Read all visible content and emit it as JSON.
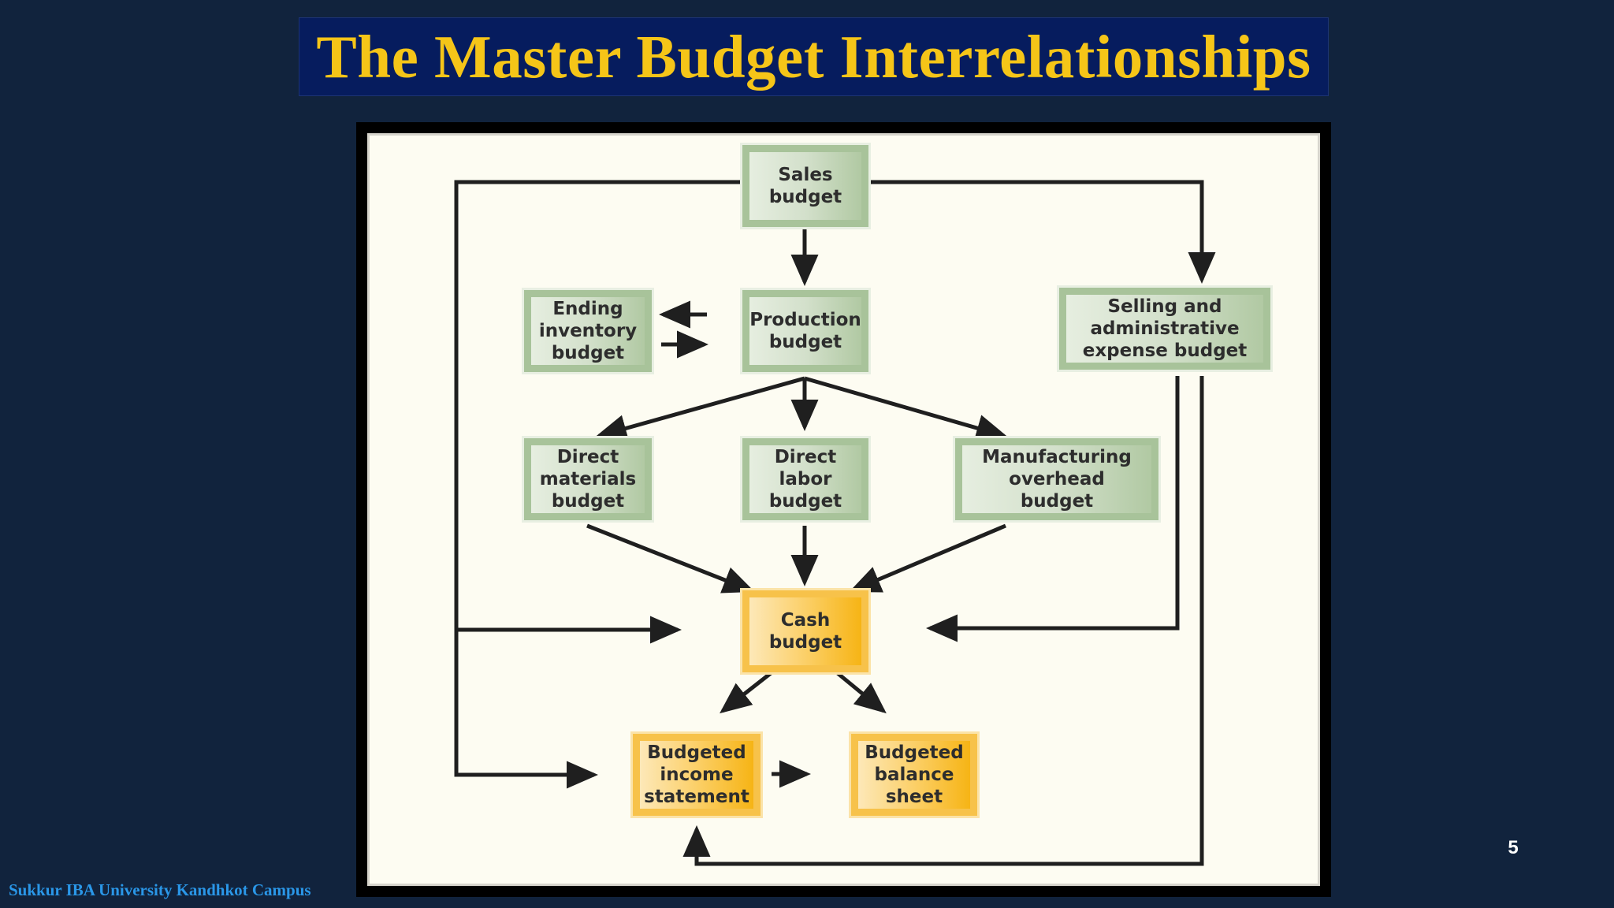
{
  "slide": {
    "title": "The Master Budget Interrelationships",
    "page_number": "5",
    "footer": "Sukkur IBA University Kandhkot Campus"
  },
  "diagram": {
    "nodes": {
      "sales": "Sales\nbudget",
      "ending_inventory": "Ending\ninventory\nbudget",
      "production": "Production\nbudget",
      "selling_admin": "Selling and\nadministrative\nexpense budget",
      "direct_materials": "Direct\nmaterials\nbudget",
      "direct_labor": "Direct\nlabor\nbudget",
      "manufacturing_overhead": "Manufacturing\noverhead\nbudget",
      "cash": "Cash\nbudget",
      "income_statement": "Budgeted\nincome\nstatement",
      "balance_sheet": "Budgeted\nbalance\nsheet"
    },
    "colors": {
      "operating_budget": "#b1c9a3",
      "financial_budget": "#f6b415",
      "arrow": "#1f1f1f"
    }
  }
}
